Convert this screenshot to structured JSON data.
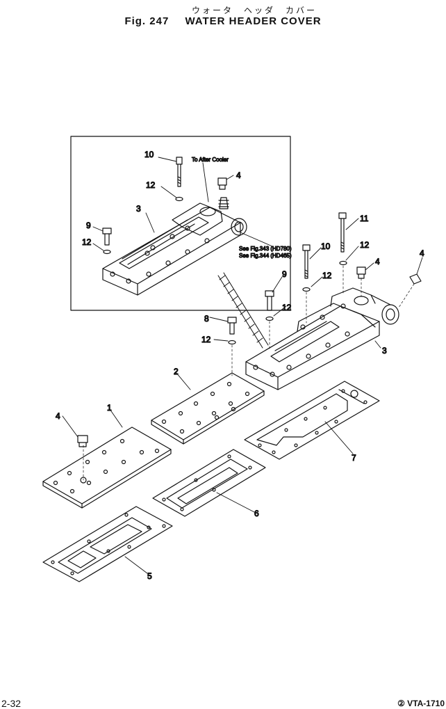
{
  "header": {
    "title_jp": "ウォータ　ヘッダ　カバー",
    "fig_number": "Fig. 247",
    "fig_name": "WATER HEADER COVER"
  },
  "inset_notes": {
    "to_after_cooler": "To After Cooler",
    "see_fig_1": "See Fig.343 (HD780)",
    "see_fig_2": "See Fig.344 (HD465)"
  },
  "callouts": {
    "inset_10": "10",
    "inset_4": "4",
    "inset_12a": "12",
    "inset_3": "3",
    "inset_9": "9",
    "inset_12b": "12",
    "main_11": "11",
    "main_10": "10",
    "main_12a": "12",
    "main_4a": "4",
    "main_4b": "4",
    "main_12b": "12",
    "main_9": "9",
    "main_12c": "12",
    "main_8": "8",
    "main_12d": "12",
    "main_3": "3",
    "main_2": "2",
    "main_1": "1",
    "main_4c": "4",
    "main_7": "7",
    "main_6": "6",
    "main_5": "5"
  },
  "footer": {
    "page": "2-32",
    "code": "② VTA-1710"
  }
}
